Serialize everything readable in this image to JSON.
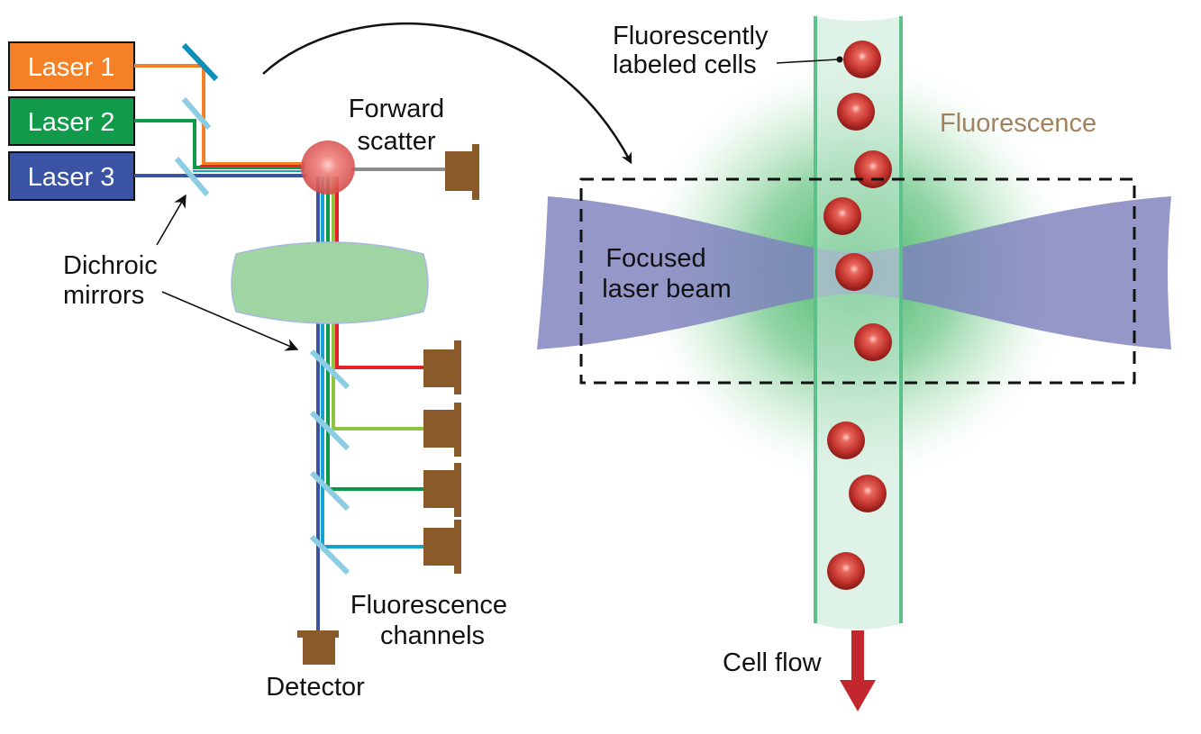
{
  "colors": {
    "laser1": "#f58025",
    "laser2": "#109a4a",
    "laser3": "#3a53a4",
    "red_channel": "#e8202a",
    "lime_channel": "#8cc63f",
    "green_channel": "#0a9a48",
    "cyan_channel": "#14a3cf",
    "detector": "#8b5a2b",
    "flow_arrow": "#c1272d",
    "fluorescence_text": "#a2825c",
    "beam": "#7e80bd",
    "lens": "#9fd4a3",
    "stream": "#c4e8d4"
  },
  "lasers": [
    {
      "label": "Laser 1"
    },
    {
      "label": "Laser 2"
    },
    {
      "label": "Laser 3"
    }
  ],
  "labels": {
    "forward_scatter": [
      "Forward",
      "scatter"
    ],
    "dichroic_mirrors": [
      "Dichroic",
      "mirrors"
    ],
    "fluorescence_channels": [
      "Fluorescence",
      "channels"
    ],
    "detector": "Detector",
    "labeled_cells": [
      "Fluorescently",
      "labeled cells"
    ],
    "fluorescence": "Fluorescence",
    "focused_beam": [
      "Focused",
      "laser beam"
    ],
    "cell_flow": "Cell flow"
  }
}
